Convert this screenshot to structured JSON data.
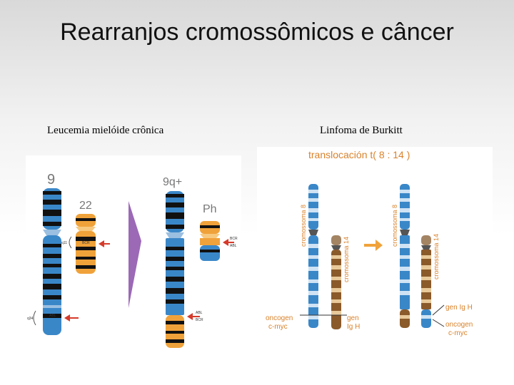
{
  "title": "Rearranjos cromossômicos e câncer",
  "left": {
    "caption": "Leucemia mielóide crônica",
    "chr9_label": "9",
    "chr22_label": "22",
    "chr9q_label": "9q+",
    "ph_label": "Ph",
    "q11_label": "q11",
    "q34_label": "q34",
    "bcr_label": "BCR",
    "abl_label": "ABL",
    "colors": {
      "blue": "#3a87c8",
      "orange": "#f0a23a",
      "black": "#111111",
      "arrow": "#d63a2a",
      "purple": "#9b69b6"
    }
  },
  "right": {
    "caption": "Linfoma de Burkitt",
    "heading": "translocación t( 8 : 14 )",
    "chr8_label": "cromossoma 8",
    "chr14_label": "cromossoma 14",
    "oncogen_label_1": "oncogen",
    "oncogen_label_2": "c-myc",
    "gen_label_1": "gen",
    "gen_label_2": "Ig H",
    "gen_igh_label": "gen Ig H",
    "colors": {
      "blue": "#3a87c8",
      "brown": "#8a5a2b",
      "text_orange": "#d9822b",
      "arrow": "#f0a23a"
    }
  }
}
